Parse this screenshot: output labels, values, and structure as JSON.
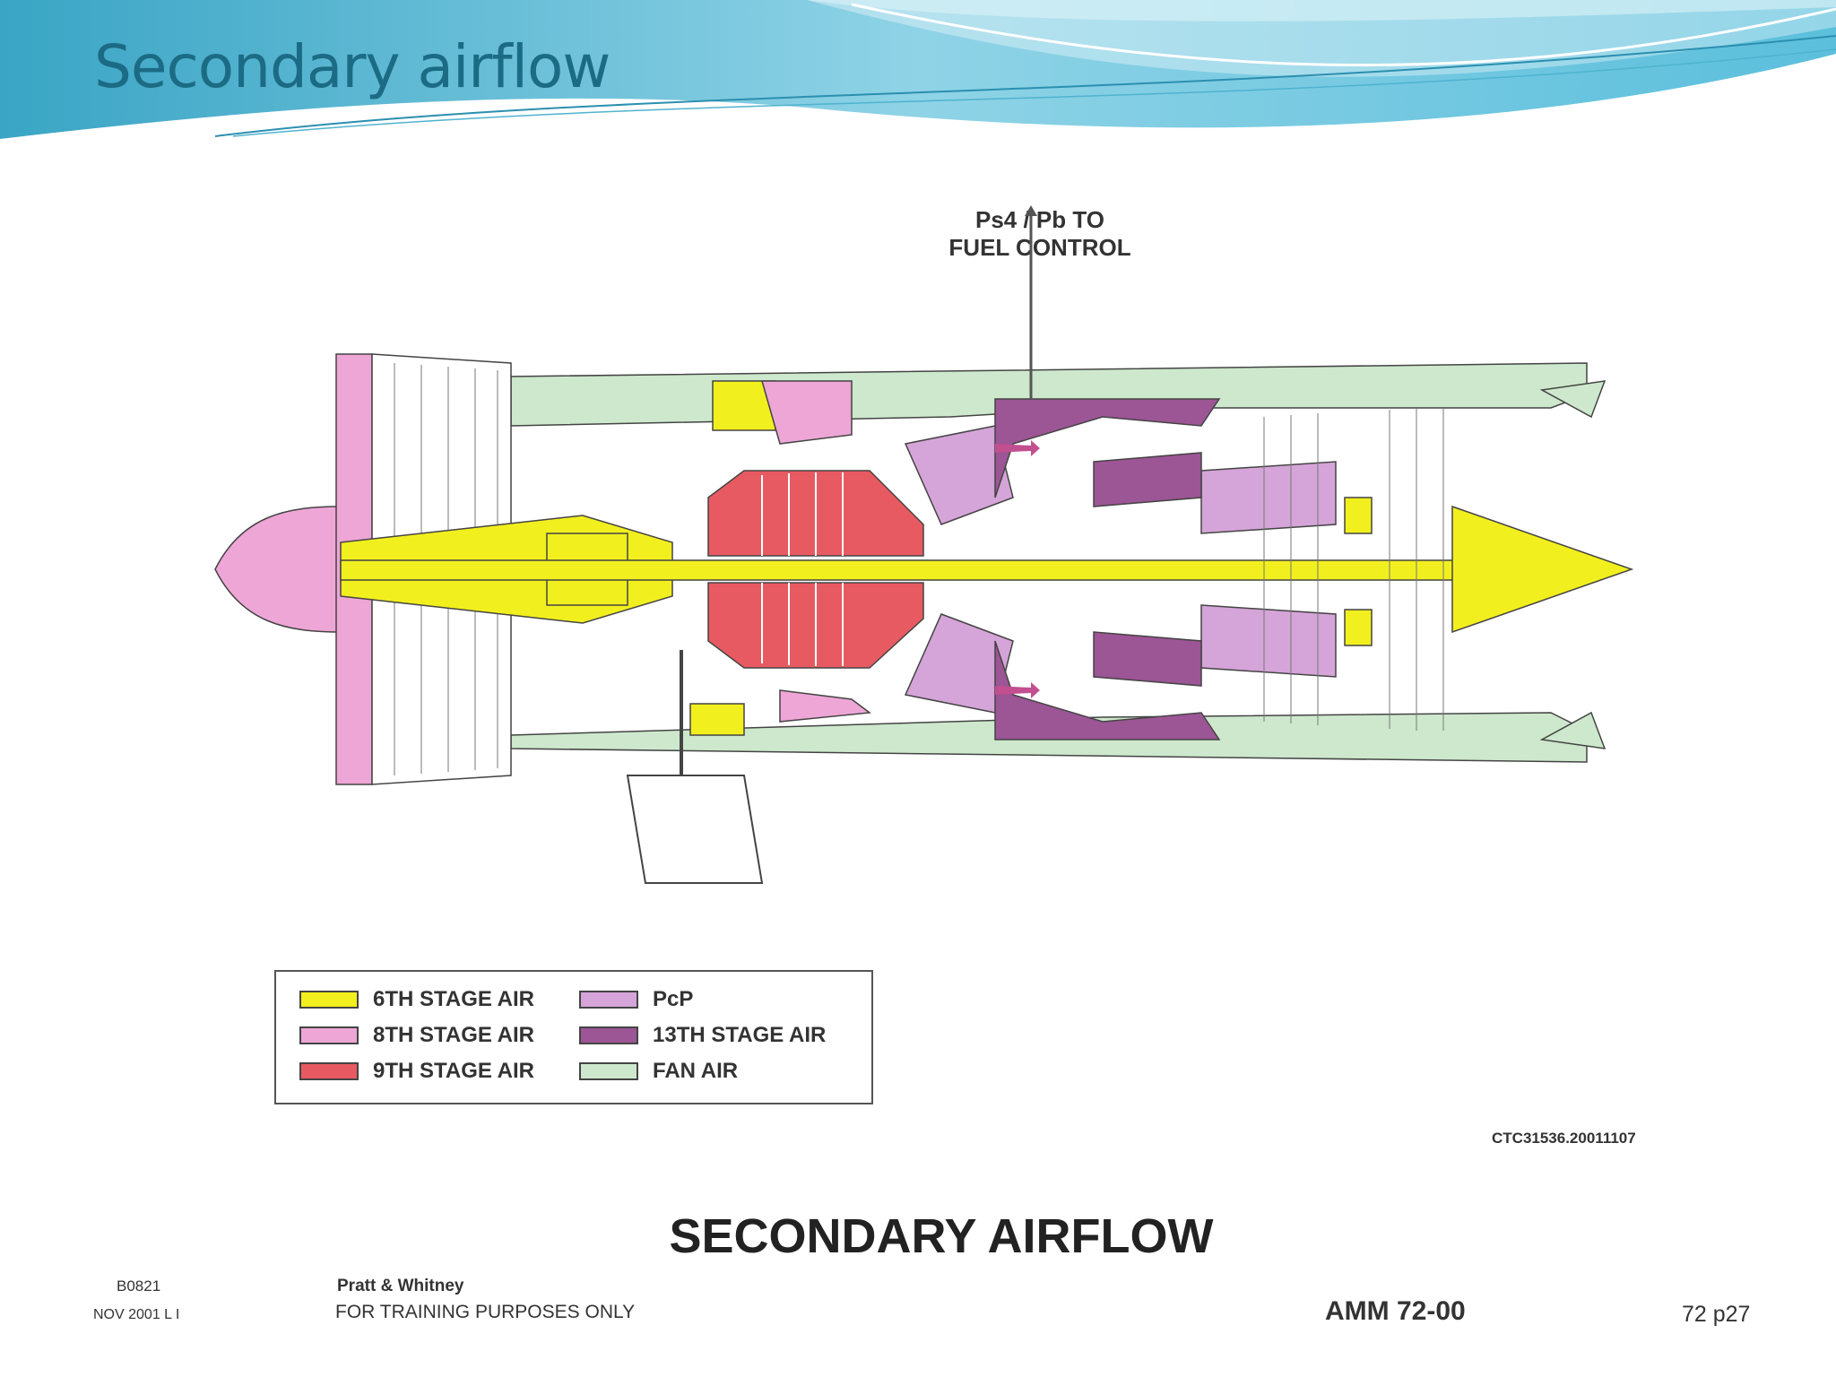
{
  "slide": {
    "title": "Secondary airflow"
  },
  "diagram": {
    "callout_line1": "Ps4 / Pb TO",
    "callout_line2": "FUEL CONTROL",
    "figure_code": "CTC31536.20011107",
    "main_title": "SECONDARY AIRFLOW"
  },
  "legend": {
    "items": [
      {
        "label": "6TH STAGE AIR",
        "color": "#f2ef1e"
      },
      {
        "label": "8TH STAGE AIR",
        "color": "#eea6d6"
      },
      {
        "label": "9TH STAGE AIR",
        "color": "#e85a62"
      },
      {
        "label": "PcP",
        "color": "#d5a4d8"
      },
      {
        "label": "13TH STAGE AIR",
        "color": "#9c5595"
      },
      {
        "label": "FAN AIR",
        "color": "#cde8cc"
      }
    ]
  },
  "footer": {
    "doc_code": "B0821",
    "date": "NOV 2001  L I",
    "company": "Pratt & Whitney",
    "notice": "FOR TRAINING PURPOSES ONLY",
    "manual_ref": "AMM  72-00",
    "page_ref": "72  p27"
  }
}
